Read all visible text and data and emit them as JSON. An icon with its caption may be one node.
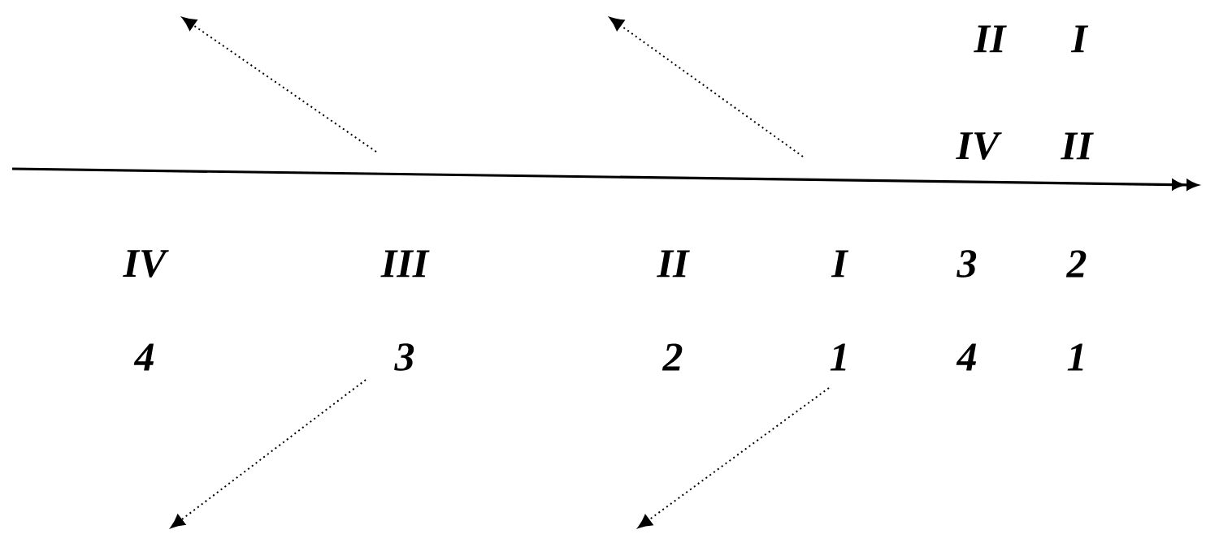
{
  "diagram": {
    "labels": [
      "II",
      "I",
      "IV",
      "II",
      "IV",
      "III",
      "II",
      "I",
      "3",
      "2",
      "4",
      "3",
      "2",
      "1",
      "4",
      "1"
    ]
  }
}
